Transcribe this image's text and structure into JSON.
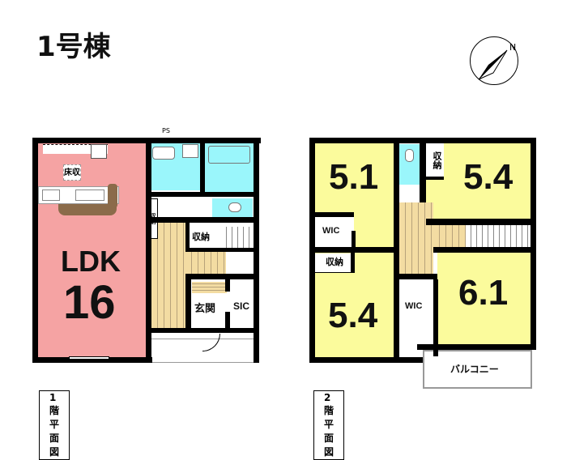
{
  "title": "1号棟",
  "compass": {
    "label": "N",
    "icon": "compass-north-icon"
  },
  "floor1": {
    "caption": "1階平面図",
    "ldk_label": "LDK",
    "ldk_size": "16",
    "floor_storage": "床収",
    "ps": "PS",
    "storage_a": "収納",
    "storage_b": "収納",
    "entrance": "玄関",
    "sic": "SIC"
  },
  "floor2": {
    "caption": "2階平面図",
    "room_nw": "5.1",
    "room_ne": "5.4",
    "room_sw": "5.4",
    "room_se": "6.1",
    "wic_a": "WIC",
    "wic_b": "WIC",
    "storage_a": "収納",
    "storage_b": "収納",
    "balcony": "バルコニー"
  },
  "colors": {
    "ldk": "#f5a3a3",
    "room": "#fbfb9c",
    "wet": "#9af6fb",
    "hall": "#f3dca2"
  }
}
